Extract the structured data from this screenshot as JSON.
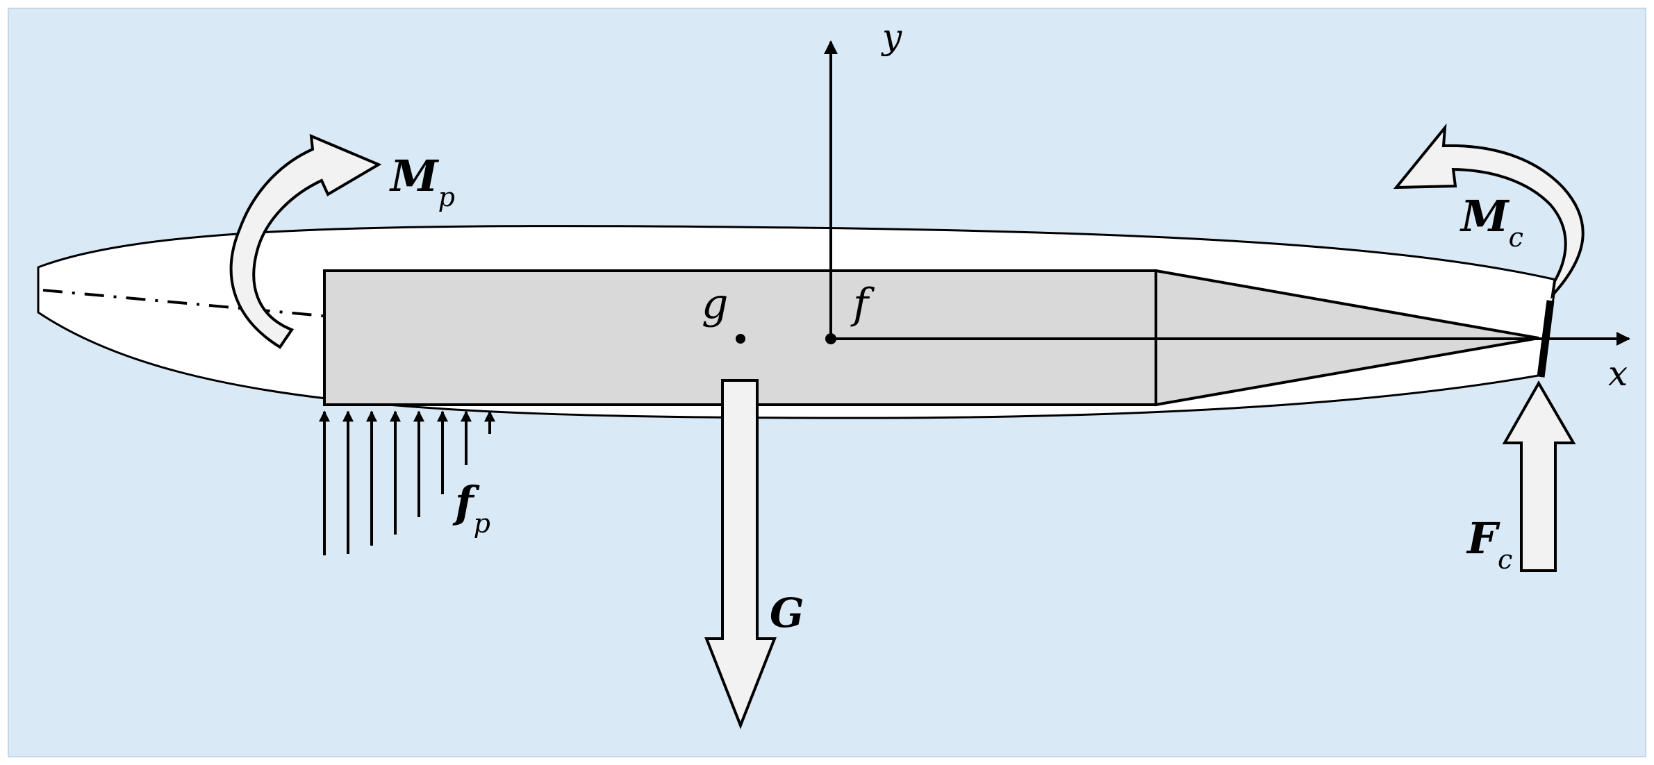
{
  "colors": {
    "background": "#dae9f6",
    "body": "#ffffff",
    "beam": "#d9d9d9",
    "arrow_fill": "#f2f2f2",
    "stroke": "#000000"
  },
  "labels": {
    "axis_y": "y",
    "axis_x": "x",
    "point_f": "f",
    "point_g": "g",
    "moment_p": {
      "base": "M",
      "sub": "p"
    },
    "moment_c": {
      "base": "M",
      "sub": "c"
    },
    "force_c": {
      "base": "F",
      "sub": "c"
    },
    "distributed_p": {
      "base": "f",
      "sub": "p"
    },
    "gravity": "G"
  }
}
